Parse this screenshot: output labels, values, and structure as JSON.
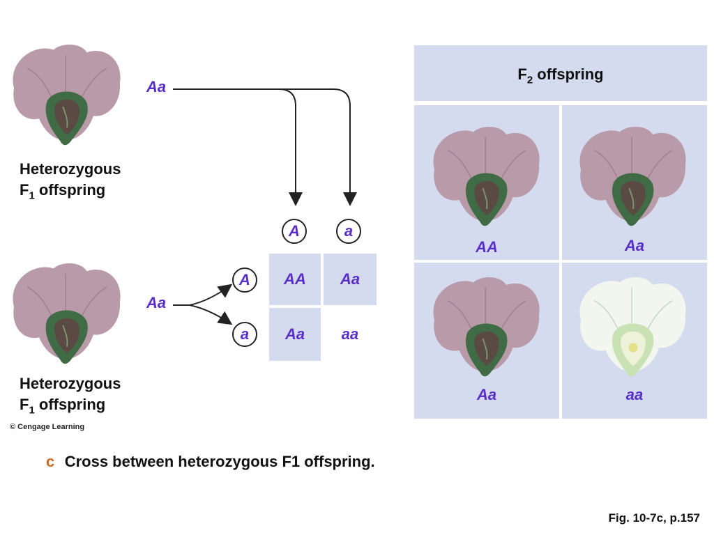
{
  "parent1": {
    "genotype": "Aa",
    "label_line1": "Heterozygous",
    "label_f": "F",
    "label_sub": "1",
    "label_rest": " offspring"
  },
  "parent2": {
    "genotype": "Aa",
    "label_line1": "Heterozygous",
    "label_f": "F",
    "label_sub": "1",
    "label_rest": " offspring"
  },
  "gametes_top": [
    "A",
    "a"
  ],
  "gametes_left": [
    "A",
    "a"
  ],
  "punnett": {
    "cells": [
      [
        "AA",
        "Aa"
      ],
      [
        "Aa",
        "aa"
      ]
    ],
    "shaded": [
      [
        true,
        true
      ],
      [
        true,
        false
      ]
    ]
  },
  "f2_panel": {
    "title_f": "F",
    "title_sub": "2",
    "title_rest": " offspring",
    "offspring": [
      {
        "genotype": "AA",
        "flower": "purple"
      },
      {
        "genotype": "Aa",
        "flower": "purple"
      },
      {
        "genotype": "Aa",
        "flower": "purple"
      },
      {
        "genotype": "aa",
        "flower": "white"
      }
    ]
  },
  "credit": "© Cengage Learning",
  "caption": {
    "letter": "c",
    "text": "Cross between heterozygous F1 offspring."
  },
  "figure_ref": "Fig. 10-7c, p.157",
  "colors": {
    "genotype_text": "#5a2fc9",
    "panel_bg": "#d5dbef",
    "caption_letter": "#d2691e",
    "purple_petal": "#b89aa8",
    "white_petal": "#f2f4ee"
  }
}
